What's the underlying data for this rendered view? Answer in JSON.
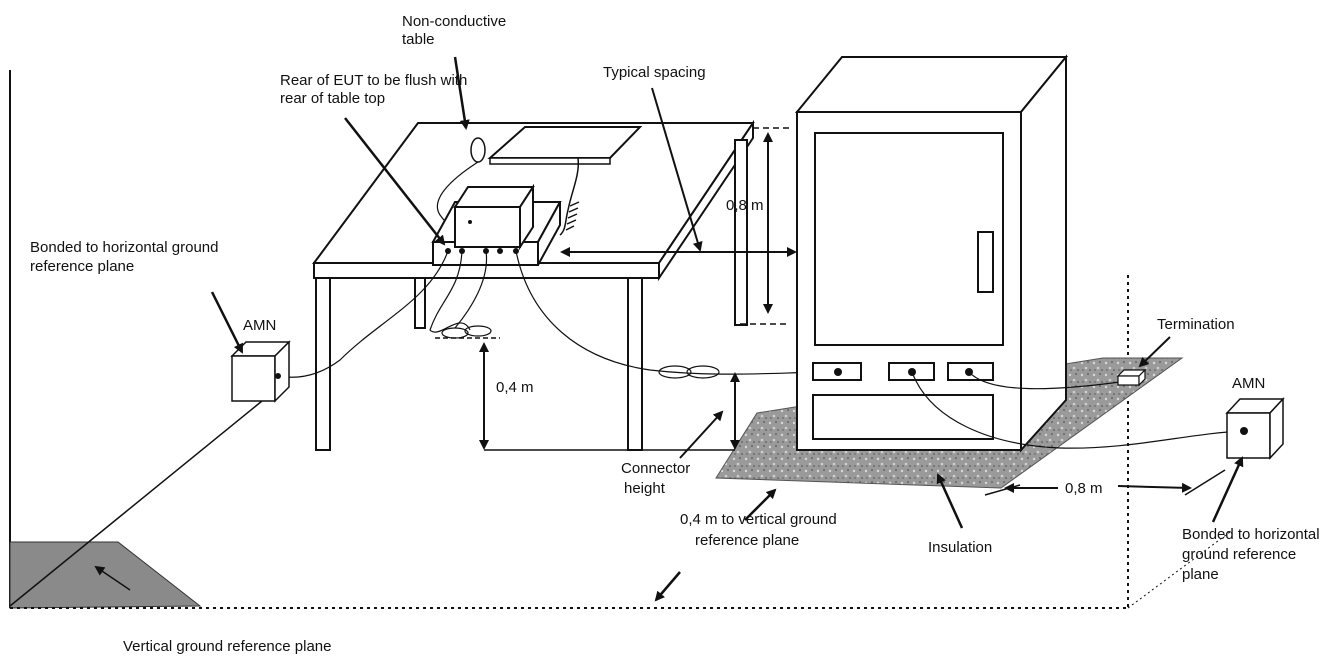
{
  "labels": {
    "non_conductive_line1": "Non-conductive",
    "non_conductive_line2": "table",
    "rear_eut_line1": "Rear of EUT to be flush with",
    "rear_eut_line2": "rear of table top",
    "typical_spacing": "Typical spacing",
    "bonded_left_line1": "Bonded to horizontal ground",
    "bonded_left_line2": "reference plane",
    "amn_left": "AMN",
    "dim_08_vertical": "0,8 m",
    "dim_04_vertical": "0,4 m",
    "termination": "Termination",
    "amn_right": "AMN",
    "connector_line1": "Connector",
    "connector_line2": "height",
    "vertical_plane_04_line1": "0,4 m to vertical ground",
    "vertical_plane_04_line2": "reference plane",
    "insulation": "Insulation",
    "dim_08_horizontal": "0,8 m",
    "bonded_right_line1": "Bonded to horizontal",
    "bonded_right_line2": "ground reference",
    "bonded_right_line3": "plane",
    "vertical_ground_plane": "Vertical ground reference plane"
  },
  "colors": {
    "line": "#111111",
    "ground_plane_fill": "#8a8a8a",
    "insulation_fill": "#9c9c9c"
  }
}
